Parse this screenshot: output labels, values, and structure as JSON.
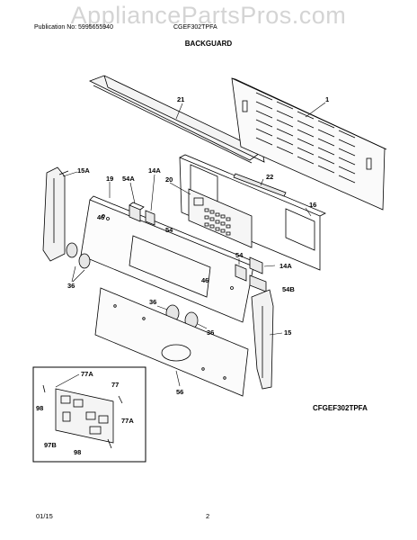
{
  "watermark": "AppliancePartsPros.com",
  "header": {
    "publication": "Publication No: 5995655940",
    "model": "CGEF302TPFA"
  },
  "title": "BACKGUARD",
  "callouts": [
    "1",
    "21",
    "22",
    "16",
    "15A",
    "19",
    "54A",
    "14A",
    "20",
    "46",
    "54",
    "54",
    "14A",
    "46",
    "54B",
    "36",
    "36",
    "36",
    "15",
    "56",
    "77A",
    "77",
    "98",
    "77A",
    "97B",
    "98"
  ],
  "model_label": "CFGEF302TPFA",
  "footer": {
    "date": "01/15",
    "page": "2"
  }
}
